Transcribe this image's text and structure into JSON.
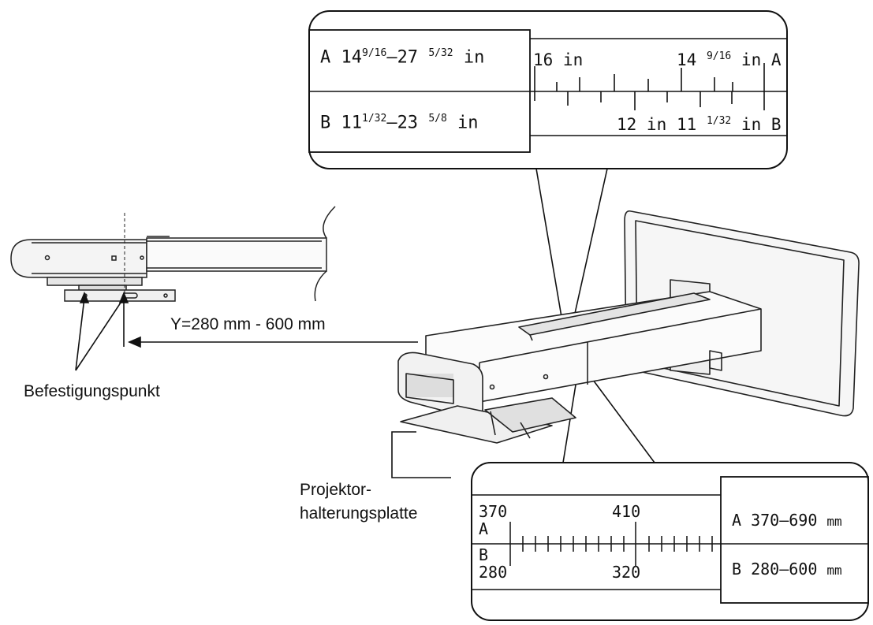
{
  "top_scale": {
    "row_a_label": "A",
    "row_a_int1": "14",
    "row_a_frac1": "9/16",
    "row_a_sep": "–",
    "row_a_int2": "27",
    "row_a_frac2": "5/32",
    "row_a_unit": "in",
    "row_b_label": "B",
    "row_b_int1": "11",
    "row_b_frac1": "1/32",
    "row_b_sep": "–",
    "row_b_int2": "23",
    "row_b_frac2": "5/8",
    "row_b_unit": "in",
    "ruler_top_left": "16 in",
    "ruler_top_right_int": "14",
    "ruler_top_right_frac": "9/16",
    "ruler_top_right_unit": "in",
    "ruler_top_right_marker": "A",
    "ruler_bottom_left": "12 in",
    "ruler_bottom_right_int": "11",
    "ruler_bottom_right_frac": "1/32",
    "ruler_bottom_right_unit": "in",
    "ruler_bottom_right_marker": "B"
  },
  "bottom_scale": {
    "ruler_top_left_value": "370",
    "ruler_top_left_marker": "A",
    "ruler_top_mid_value": "410",
    "ruler_bottom_left_marker": "B",
    "ruler_bottom_left_value": "280",
    "ruler_bottom_mid_value": "320",
    "row_a": "A 370–690",
    "row_a_unit": "mm",
    "row_b": "B 280–600",
    "row_b_unit": "mm"
  },
  "labels": {
    "y_range": "Y=280 mm - 600 mm",
    "fixing_point": "Befestigungspunkt",
    "plate_line1": "Projektor-",
    "plate_line2": "halterungsplatte"
  }
}
